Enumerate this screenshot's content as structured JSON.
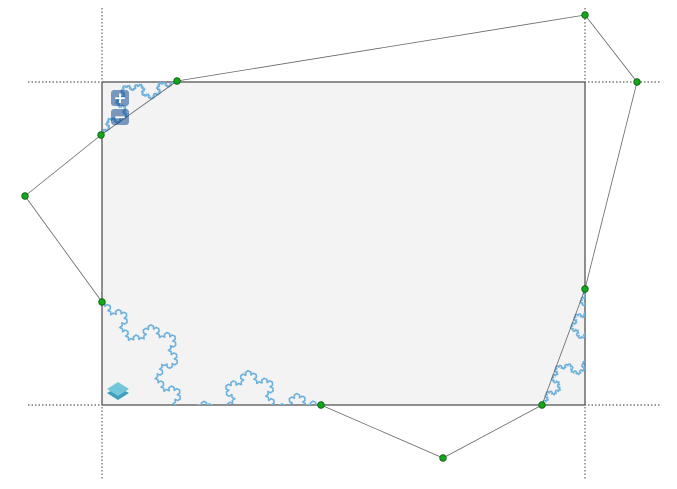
{
  "map_controls": {
    "zoom_in_label": "+",
    "zoom_out_label": "−"
  },
  "layer_switcher": {
    "icon": "layers-icon",
    "colors": {
      "top": "#73c7d8",
      "bottom": "#1f8fb0"
    }
  },
  "colors": {
    "map_background": "#f3f3f3",
    "map_border": "#555555",
    "fractal_stroke": "#6db1dd",
    "vertex_fill": "#13a81a",
    "vertex_stroke": "#0b5a0d",
    "guide_line": "#333333",
    "polygon_edge": "#666666"
  },
  "editable_polygon": {
    "vertex_count": 10,
    "fractal": "koch-snowflake",
    "fractal_iterations": 4
  }
}
